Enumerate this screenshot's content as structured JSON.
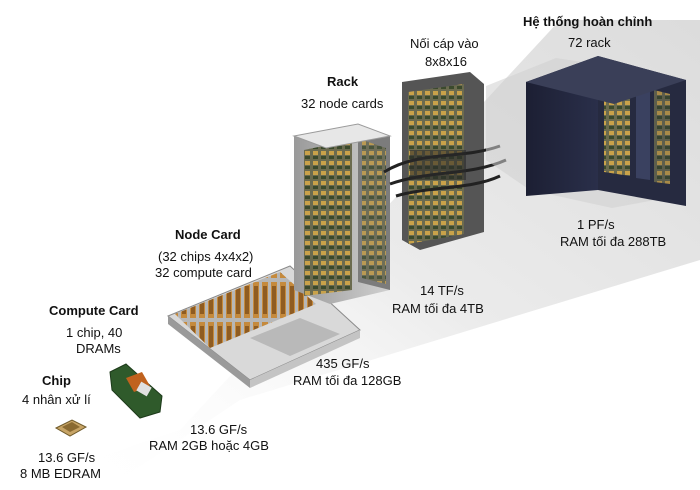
{
  "levels": {
    "chip": {
      "title": "Chip",
      "desc": "4 nhân xử lí",
      "perf": "13.6 GF/s",
      "mem": "8 MB EDRAM"
    },
    "compute_card": {
      "title": "Compute Card",
      "desc_1": "1 chip, 40",
      "desc_2": "DRAMs",
      "perf": "13.6 GF/s",
      "mem": "RAM 2GB hoặc 4GB"
    },
    "node_card": {
      "title": "Node Card",
      "desc_1": "(32 chips 4x4x2)",
      "desc_2": "32 compute card",
      "perf": "435 GF/s",
      "mem": "RAM tối đa 128GB"
    },
    "rack": {
      "title": "Rack",
      "desc": "32 node cards",
      "perf": "14 TF/s",
      "mem": "RAM tối đa 4TB"
    },
    "cabled": {
      "title": "Nối cáp vào",
      "desc": "8x8x16"
    },
    "system": {
      "title": "Hệ thống hoàn chỉnh",
      "desc": "72 rack",
      "perf": "1 PF/s",
      "mem": "RAM tối đa 288TB"
    }
  }
}
